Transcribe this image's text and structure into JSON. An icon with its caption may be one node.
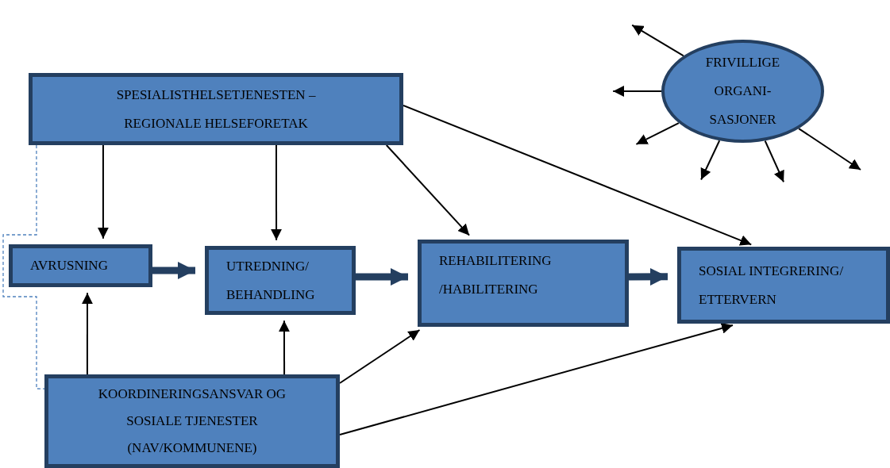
{
  "diagram": {
    "nodes": [
      {
        "text": [
          "SPESIALISTHELSETJENESTEN – REGIONALE HELSEFORETAK"
        ]
      },
      {
        "text": [
          "AVRUSNING"
        ]
      },
      {
        "text": [
          "UTREDNING/ BEHANDLING"
        ]
      },
      {
        "text": [
          "REHABILITERING /HABILITERING"
        ]
      },
      {
        "text": [
          "SOSIAL INTEGRERING/ ETTERVERN"
        ]
      },
      {
        "text": [
          "FRIVILLIGE ORGANI- SASJONER"
        ]
      },
      {
        "text": [
          "KOORDINERINGSANSVAR OG SOSIALE TJENESTER (NAV/KOMMUNENE)"
        ]
      }
    ],
    "edges": [
      {
        "from": 0,
        "to": 1,
        "arrow": "to"
      },
      {
        "from": 0,
        "to": 2,
        "arrow": "to"
      },
      {
        "from": 0,
        "to": 3,
        "arrow": "to"
      },
      {
        "from": 0,
        "to": 4,
        "arrow": "to"
      },
      {
        "from": 1,
        "to": 2,
        "arrow": "to",
        "style": "thick",
        "color": "#243f60"
      },
      {
        "from": 2,
        "to": 3,
        "arrow": "to",
        "style": "thick",
        "color": "#243f60"
      },
      {
        "from": 3,
        "to": 4,
        "arrow": "to",
        "style": "thick",
        "color": "#243f60"
      },
      {
        "from": 6,
        "to": 1,
        "arrow": "to"
      },
      {
        "from": 6,
        "to": 2,
        "arrow": "to"
      },
      {
        "from": 6,
        "to": 3,
        "arrow": "to"
      },
      {
        "from": 6,
        "to": 4,
        "arrow": "to"
      },
      {
        "from": 0,
        "to": 6,
        "arrow": "none",
        "style": "dashed",
        "color": "#4f81bd"
      },
      {
        "from": 5,
        "to": null,
        "arrow": "to"
      },
      {
        "from": 5,
        "to": null,
        "arrow": "to"
      },
      {
        "from": 5,
        "to": null,
        "arrow": "to"
      },
      {
        "from": 5,
        "to": null,
        "arrow": "to"
      },
      {
        "from": 5,
        "to": null,
        "arrow": "to"
      },
      {
        "from": 5,
        "to": null,
        "arrow": "to"
      }
    ]
  }
}
